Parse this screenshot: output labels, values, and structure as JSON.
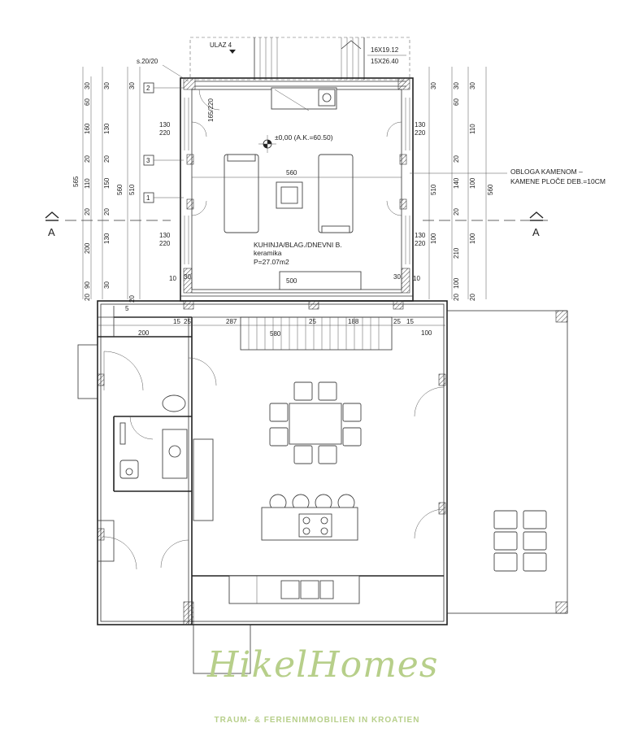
{
  "entrance": {
    "label": "ULAZ 4"
  },
  "stairs": {
    "dims_top": "16X19.12",
    "dims_bottom": "15X26.40"
  },
  "wall_note": "s.20/20",
  "window_tags": [
    "2",
    "3",
    "1"
  ],
  "door_note": "165/220",
  "level": "±0,00  (A.K.=60.50)",
  "room": {
    "name": "KUHINJA/BLAG./DNEVNI B.",
    "floor": "keramika",
    "area": "P=27.07m2"
  },
  "cladding_note": [
    "OBLOGA KAMENOM  –",
    "KAMENE PLOČE DEB.=10CM"
  ],
  "section": {
    "left": "A",
    "right": "A"
  },
  "dims_left_outer": [
    "30",
    "60",
    "160",
    "20",
    "110",
    "20",
    "200",
    "90",
    "20"
  ],
  "dims_left_inner": [
    "30",
    "130",
    "20",
    "150",
    "20",
    "130",
    "30"
  ],
  "dims_left_total": [
    "565",
    "560",
    "510"
  ],
  "dims_right_inner": [
    "30",
    "60",
    "20",
    "140",
    "20",
    "210",
    "100",
    "20"
  ],
  "dims_right_outer": [
    "30",
    "110",
    "100",
    "20"
  ],
  "dims_right_total": [
    "510",
    "560"
  ],
  "window_dims": [
    "130",
    "220",
    "130",
    "220",
    "130",
    "220",
    "130",
    "220"
  ],
  "interior_dims": {
    "width": "560",
    "bottom": "500",
    "side_left": "30",
    "side_right": "30",
    "corner_left": "10",
    "corner_right": "10"
  },
  "lower_dims": [
    "200",
    "15",
    "25",
    "287",
    "580",
    "25",
    "188",
    "25",
    "15",
    "100"
  ],
  "offset_dims": [
    "5",
    "20"
  ],
  "logo": {
    "script": "HikelHomes",
    "tagline": "TRAUM- & FERIENIMMOBILIEN IN KROATIEN"
  }
}
